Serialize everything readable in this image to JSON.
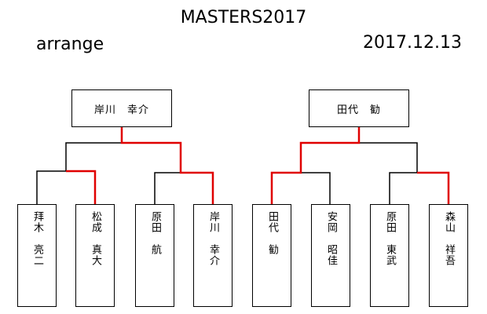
{
  "header": {
    "title": "MASTERS2017",
    "left_label": "arrange",
    "date": "2017.12.13"
  },
  "winners": [
    {
      "name": "岸川　幸介"
    },
    {
      "name": "田代　勧"
    }
  ],
  "players": [
    {
      "surname": "拜木",
      "given": "亮二"
    },
    {
      "surname": "松成",
      "given": "真大"
    },
    {
      "surname": "原田",
      "given": "航"
    },
    {
      "surname": "岸川",
      "given": "幸介"
    },
    {
      "surname": "田代",
      "given": "勧"
    },
    {
      "surname": "安岡",
      "given": "昭佳"
    },
    {
      "surname": "原田",
      "given": "東武"
    },
    {
      "surname": "森山",
      "given": "祥吾"
    }
  ],
  "colors": {
    "line": "#000000",
    "winner_path": "#e00000"
  }
}
